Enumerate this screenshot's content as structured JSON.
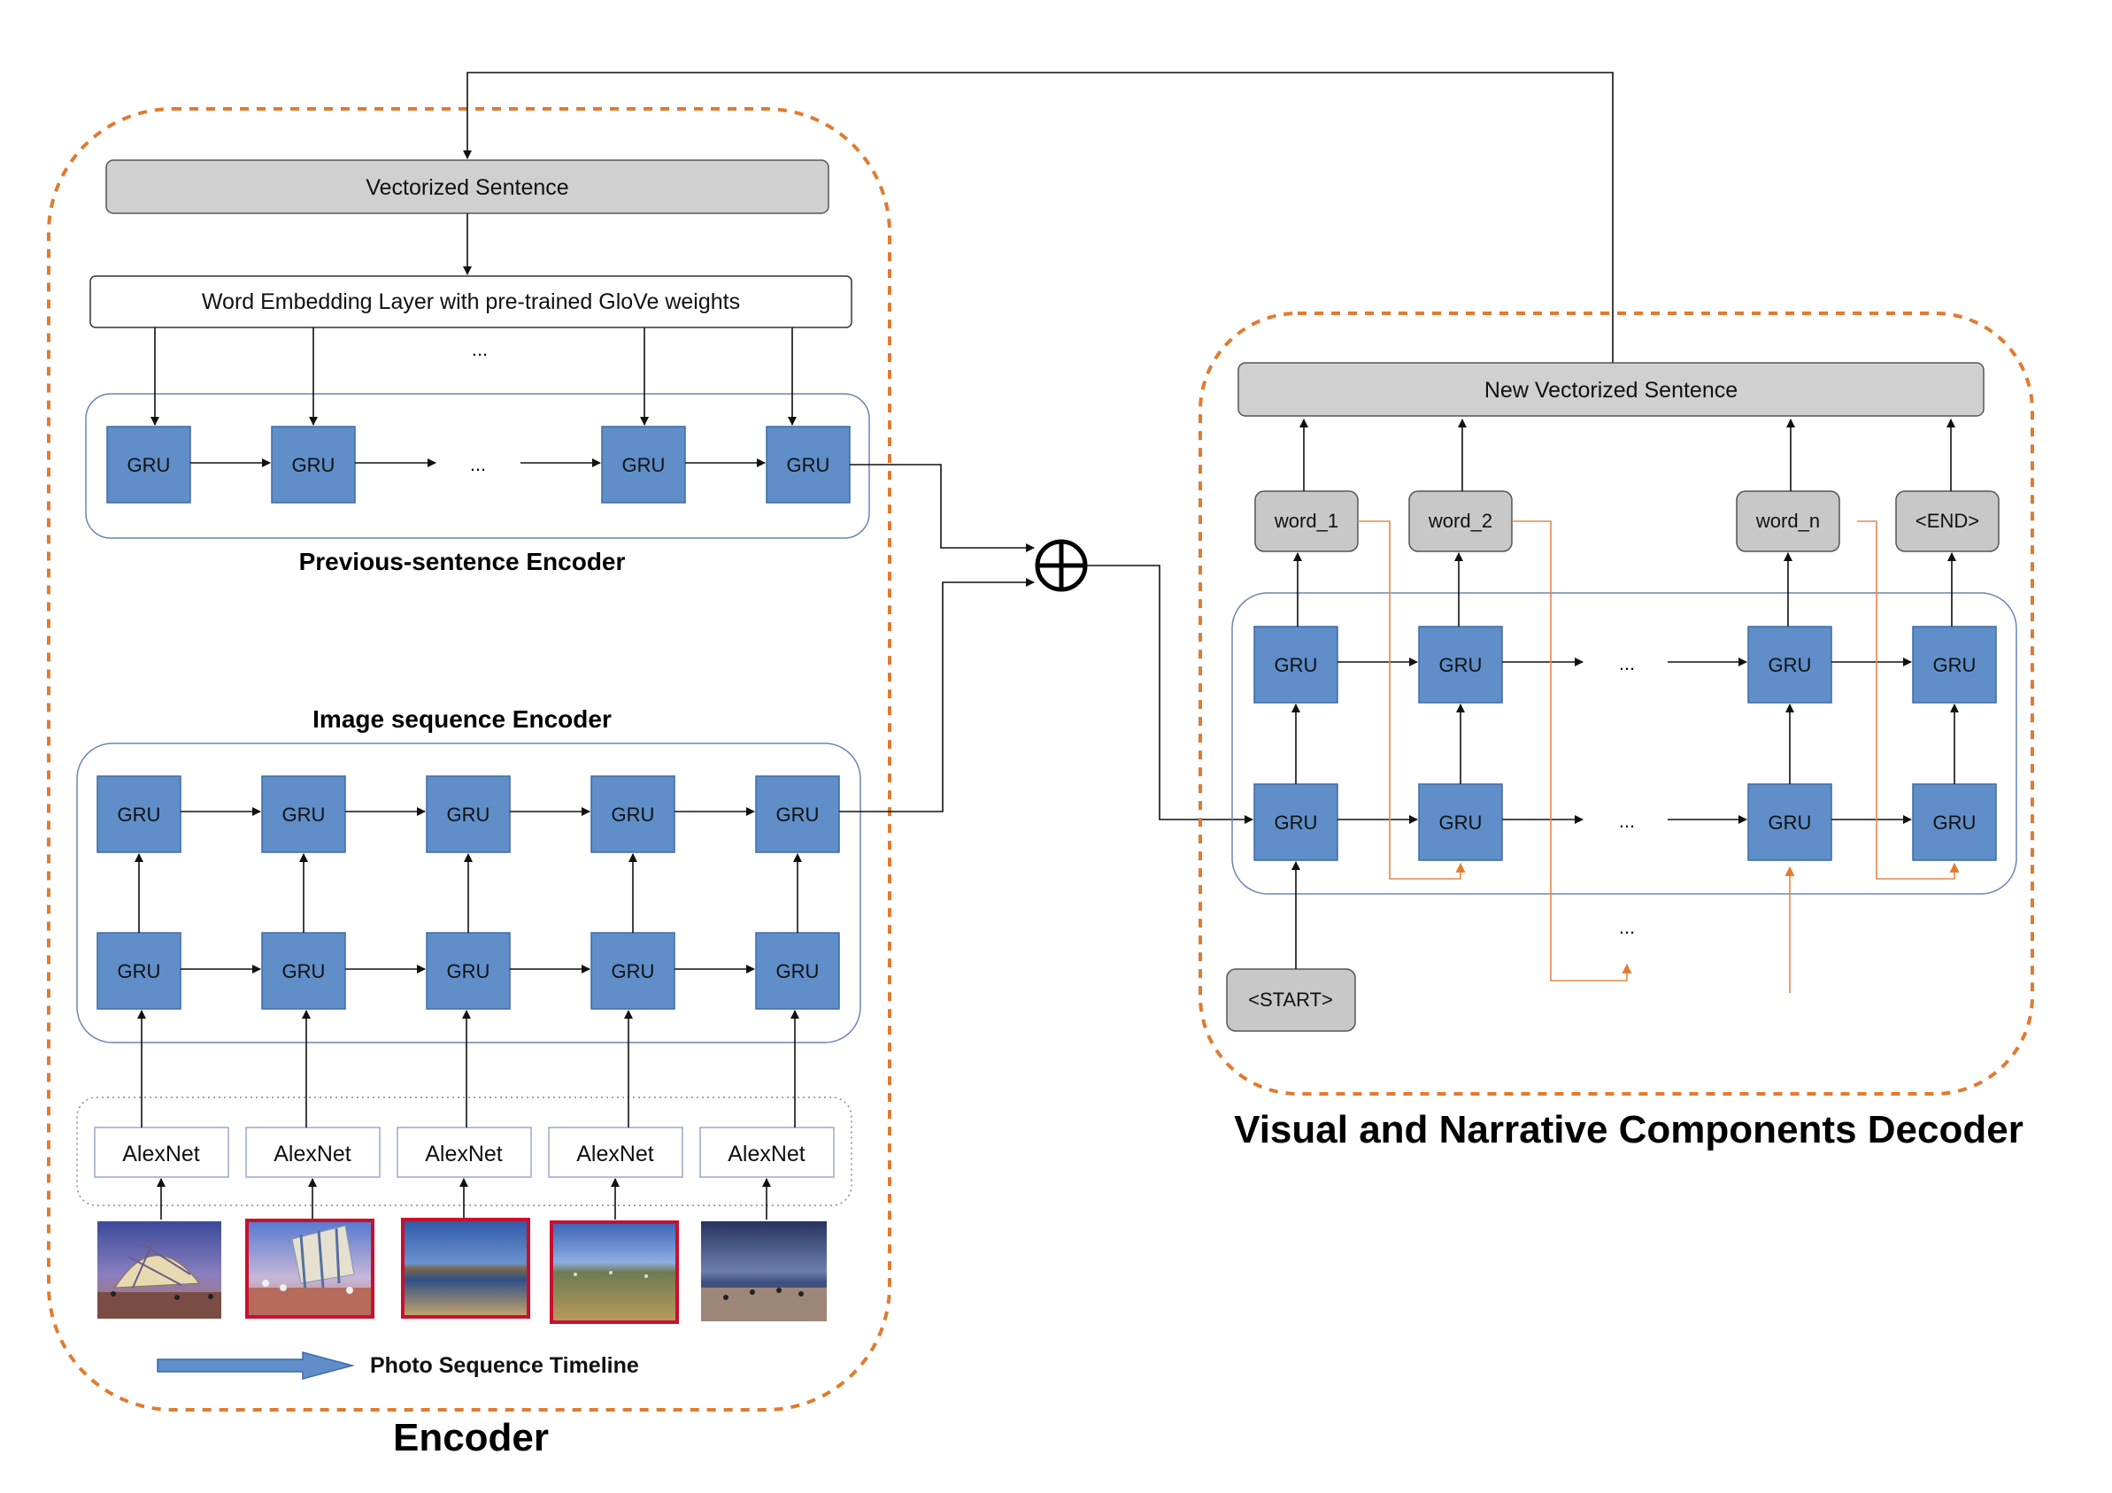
{
  "encoder": {
    "title": "Encoder",
    "vectorized_sentence": "Vectorized Sentence",
    "embedding_layer": "Word Embedding Layer with pre-trained GloVe weights",
    "ellipsis": "...",
    "prev_encoder_label": "Previous-sentence Encoder",
    "image_encoder_label": "Image sequence Encoder",
    "gru_label": "GRU",
    "alexnet_label": "AlexNet",
    "timeline_label": "Photo Sequence Timeline"
  },
  "decoder": {
    "title": "Visual and Narrative Components Decoder",
    "new_vectorized_sentence": "New Vectorized Sentence",
    "words": [
      "word_1",
      "word_2",
      "word_n",
      "<END>"
    ],
    "start_token": "<START>",
    "gru_label": "GRU",
    "ellipsis": "..."
  },
  "combine_symbol": "⊕",
  "colors": {
    "gru_fill": "#5f8ec9",
    "dashed_border": "#e07b2f",
    "feedback_arrow": "#e8874a",
    "gray_box": "#d0d0d0"
  },
  "photos": [
    {
      "name": "photo-1-dome-festival",
      "highlighted": false
    },
    {
      "name": "photo-2-festival-crowd",
      "highlighted": true
    },
    {
      "name": "photo-3-lake-shore",
      "highlighted": true
    },
    {
      "name": "photo-4-sandy-field",
      "highlighted": true
    },
    {
      "name": "photo-5-beach-people",
      "highlighted": false
    }
  ]
}
